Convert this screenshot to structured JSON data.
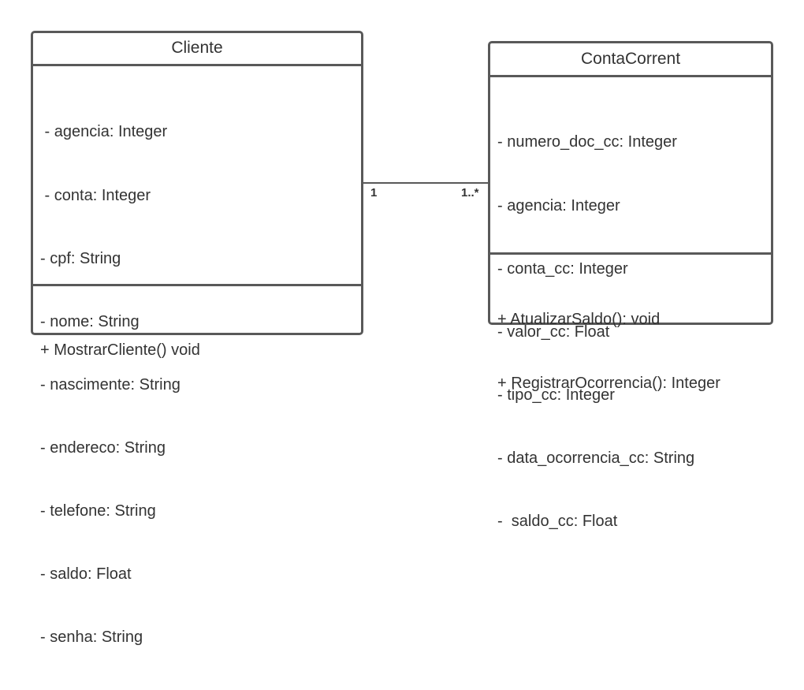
{
  "classes": {
    "cliente": {
      "name": "Cliente",
      "attributes": [
        " - agencia: Integer",
        " - conta: Integer",
        "- cpf: String",
        "- nome: String",
        "- nascimente: String",
        "- endereco: String",
        "- telefone: String",
        "- saldo: Float",
        "- senha: String"
      ],
      "operations": [
        "+ MostrarCliente() void"
      ]
    },
    "conta": {
      "name": "ContaCorrent",
      "attributes": [
        "- numero_doc_cc: Integer",
        "- agencia: Integer",
        "- conta_cc: Integer",
        "- valor_cc: Float",
        "- tipo_cc: Integer",
        "- data_ocorrencia_cc: String",
        "-  saldo_cc: Float"
      ],
      "operations": [
        "+ AtualizarSaldo(): void",
        "+ RegistrarOcorrencia(): Integer"
      ]
    }
  },
  "association": {
    "from_multiplicity": "1",
    "to_multiplicity": "1..*"
  },
  "colors": {
    "border": "#595959",
    "text": "#333333",
    "background": "#ffffff"
  }
}
